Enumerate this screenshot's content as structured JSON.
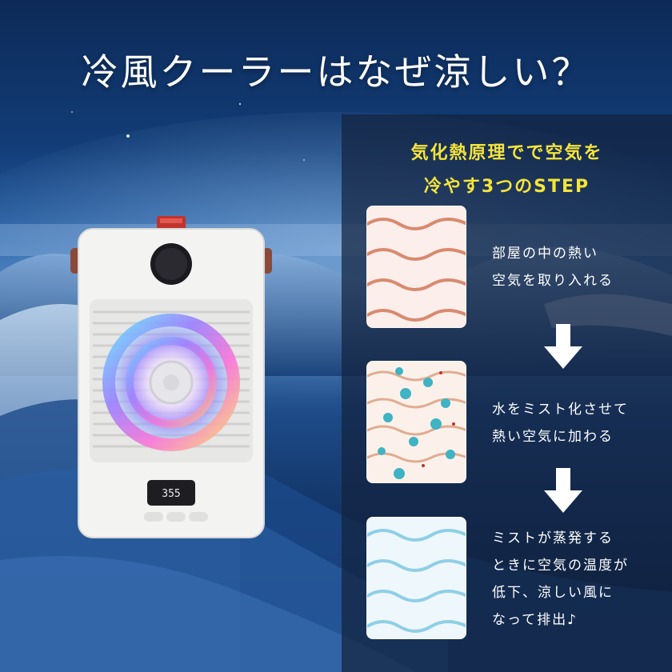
{
  "headline": "冷風クーラーはなぜ涼しい？",
  "panel": {
    "title_line1": "気化熱原理でで空気を",
    "title_line2": "冷やす3つのSTEP"
  },
  "steps": [
    {
      "line1": "部屋の中の熱い",
      "line2": "空気を取り入れる",
      "card_color": "#d98a6e"
    },
    {
      "line1": "水をミスト化させて",
      "line2": "熱い空気に加わる",
      "card_color": "#3fb3c4"
    },
    {
      "line1": "ミストが蒸発する",
      "line2": "ときに空気の温度が",
      "line3": "低下、涼しい風に",
      "line4": "なって排出♪",
      "card_color": "#8fcfe6"
    }
  ],
  "device": {
    "display_readout": "355",
    "accent_color": "#c2322c"
  },
  "colors": {
    "title_yellow": "#f5e43b",
    "panel_bg": "#14223e"
  }
}
